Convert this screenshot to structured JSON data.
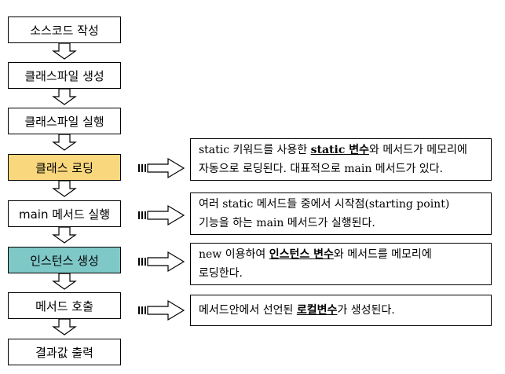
{
  "flow": {
    "steps": [
      {
        "label": "소스코드 작성"
      },
      {
        "label": "클래스파일 생성"
      },
      {
        "label": "클래스파일 실행"
      },
      {
        "label": "클래스 로딩",
        "fill": "#f9d77c"
      },
      {
        "label": "main 메서드 실행"
      },
      {
        "label": "인스턴스 생성",
        "fill": "#7fc8c8"
      },
      {
        "label": "메서드 호출"
      },
      {
        "label": "결과값 출력"
      }
    ]
  },
  "notes": {
    "class_loading": {
      "l1_a": "static 키워드를 사용한",
      "l1_b": "static 변수",
      "l1_c": "와 메서드가 메모리에",
      "l2": "자동으로 로딩된다. 대표적으로 main 메서드가 있다."
    },
    "main_method": {
      "l1": "여러 static 메서드들 중에서 시작점(starting point)",
      "l2": "기능을 하는 main 메서드가 실행된다."
    },
    "instance": {
      "l1_a": "new 이용하여",
      "l1_b": "인스턴스 변수",
      "l1_c": "와 메서드를 메모리에",
      "l2": "로딩한다."
    },
    "method_call": {
      "l1_a": "메서드안에서 선언된",
      "l1_b": "로컬변수",
      "l1_c": "가 생성된다."
    }
  }
}
